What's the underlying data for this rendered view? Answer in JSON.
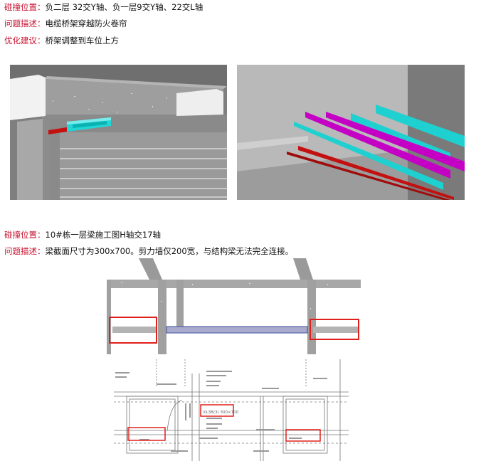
{
  "issue1": {
    "location_label": "碰撞位置：",
    "location_value": "负二层 32交Y轴、负一层9交Y轴、22交L轴",
    "problem_label": "问题描述：",
    "problem_value": "电缆桥架穿越防火卷帘",
    "suggestion_label": "优化建议：",
    "suggestion_value": "桥架调整到车位上方"
  },
  "issue2": {
    "location_label": "碰撞位置：",
    "location_value": "10#栋一层梁施工图H轴交17轴",
    "problem_label": "问题描述：",
    "problem_value": "梁截面尺寸为300x700。剪力墙仅200宽，与结构梁无法完全连接。"
  },
  "drawing_annotations": {
    "beam_label": "KL3B(3) 300×700"
  },
  "colors": {
    "label_red": "#c8102e",
    "highlight_red": "#e0201c",
    "tray_cyan": "#1fd0d0",
    "tray_magenta": "#c400c4",
    "tray_red": "#c41010",
    "model_gray": "#8e8e8e"
  }
}
